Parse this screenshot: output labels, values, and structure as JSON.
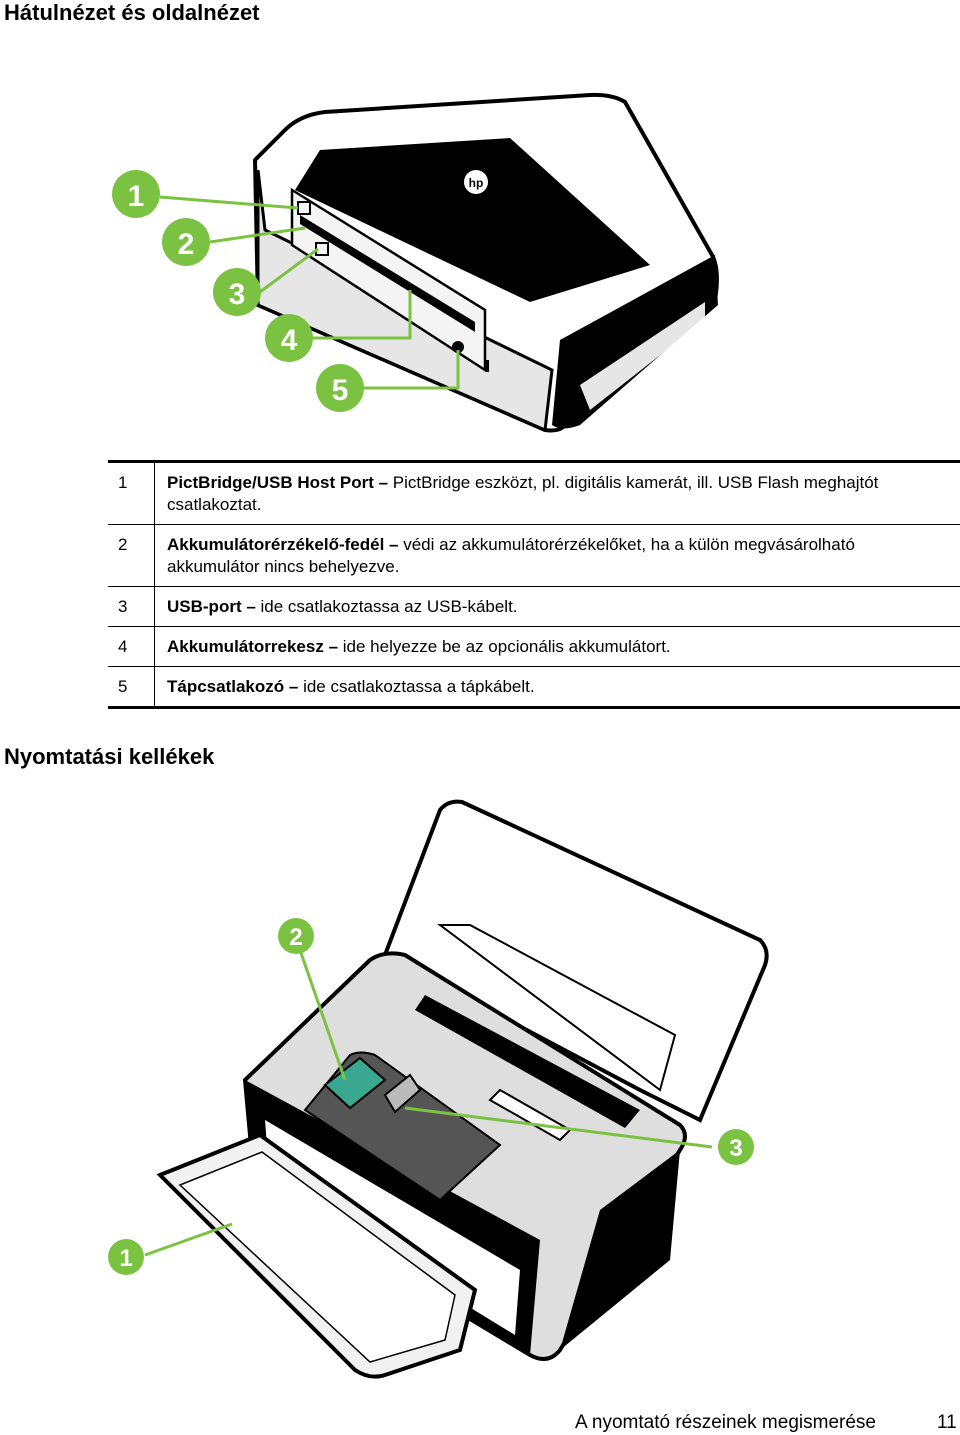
{
  "headings": {
    "rear_side": "Hátulnézet és oldalnézet",
    "supplies": "Nyomtatási kellékek"
  },
  "figure1": {
    "callouts": [
      "1",
      "2",
      "3",
      "4",
      "5"
    ]
  },
  "parts": [
    {
      "num": "1",
      "term": "PictBridge/USB Host Port",
      "dash": " – ",
      "text": "PictBridge eszközt, pl. digitális kamerát, ill. USB Flash meghajtót csatlakoztat."
    },
    {
      "num": "2",
      "term": "Akkumulátorérzékelő-fedél",
      "dash": " – ",
      "text": "védi az akkumulátorérzékelőket, ha a külön megvásárolható akkumulátor nincs behelyezve."
    },
    {
      "num": "3",
      "term": "USB-port",
      "dash": " – ",
      "text": "ide csatlakoztassa az USB-kábelt."
    },
    {
      "num": "4",
      "term": "Akkumulátorrekesz",
      "dash": " – ",
      "text": "ide helyezze be az opcionális akkumulátort."
    },
    {
      "num": "5",
      "term": "Tápcsatlakozó",
      "dash": " – ",
      "text": "ide csatlakoztassa a tápkábelt."
    }
  ],
  "figure2": {
    "callouts": [
      "1",
      "2",
      "3"
    ]
  },
  "footer": {
    "section": "A nyomtató részeinek megismerése",
    "page": "11"
  },
  "colors": {
    "callout": "#7cc242",
    "callout_text": "#ffffff",
    "printer_dark": "#000000",
    "printer_gray": "#cfcfcf"
  }
}
